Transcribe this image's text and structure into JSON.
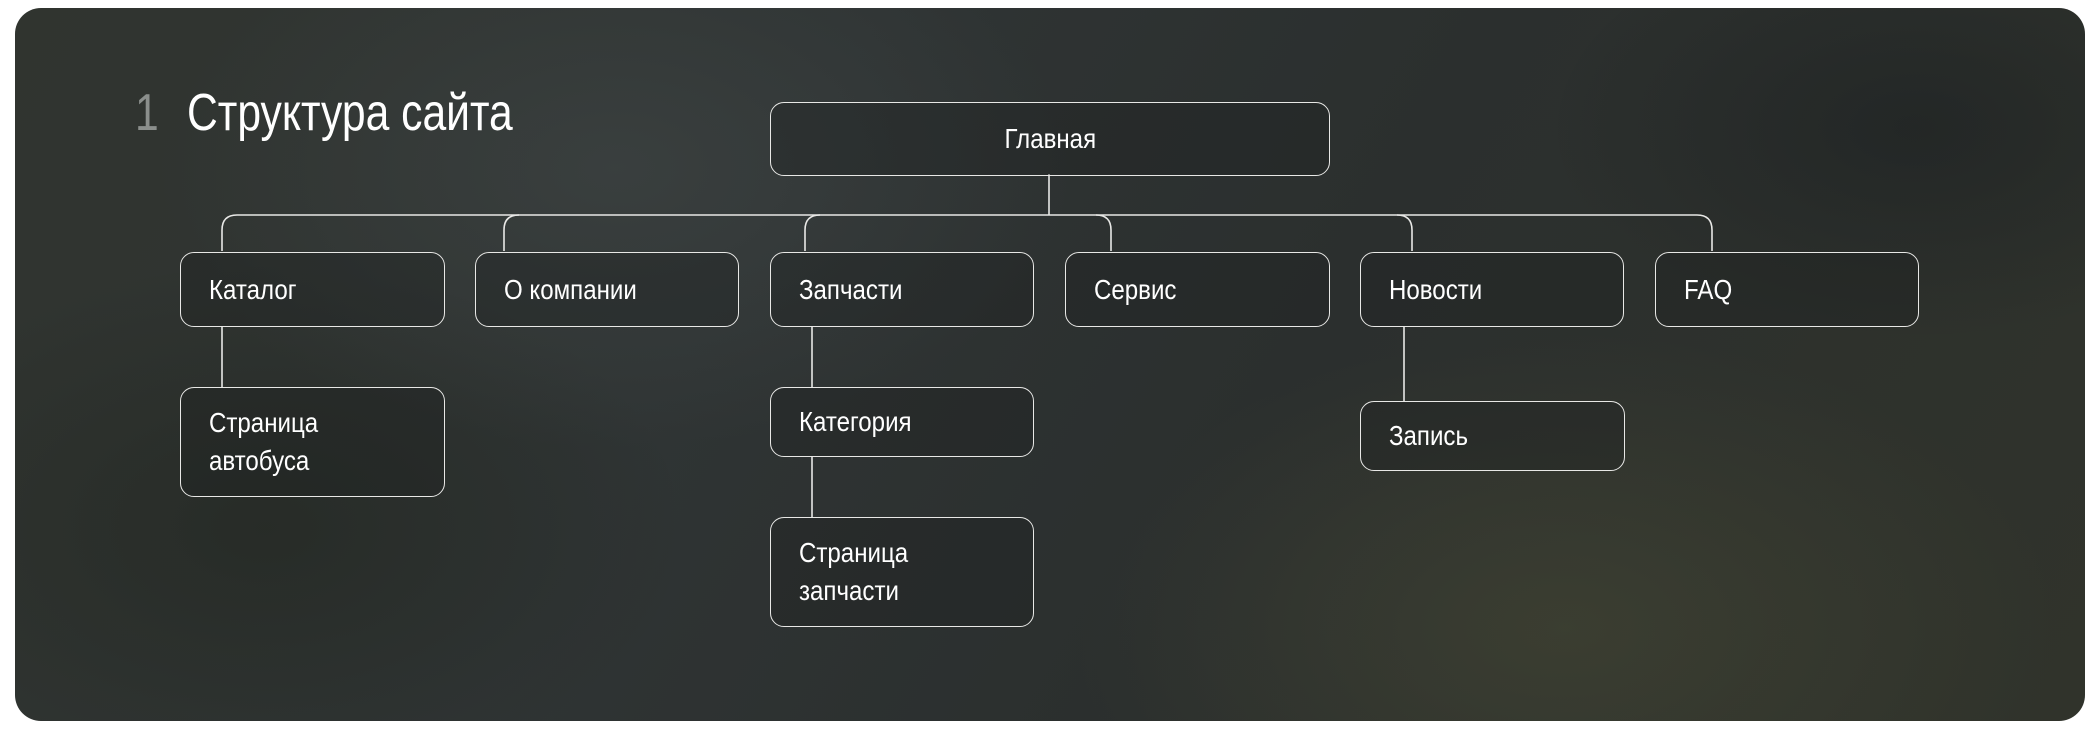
{
  "header": {
    "number": "1",
    "title": "Структура сайта"
  },
  "sitemap": {
    "root": "Главная",
    "sections": [
      {
        "label": "Каталог",
        "children": [
          "Страница\nавтобуса"
        ]
      },
      {
        "label": "О компании",
        "children": []
      },
      {
        "label": "Запчасти",
        "children": [
          "Категория",
          "Страница\nзапчасти"
        ]
      },
      {
        "label": "Сервис",
        "children": []
      },
      {
        "label": "Новости",
        "children": [
          "Запись"
        ]
      },
      {
        "label": "FAQ",
        "children": []
      }
    ]
  },
  "colors": {
    "line": "#e8e8e6",
    "text": "#ffffff",
    "muted_number": "#8b8f8c"
  }
}
